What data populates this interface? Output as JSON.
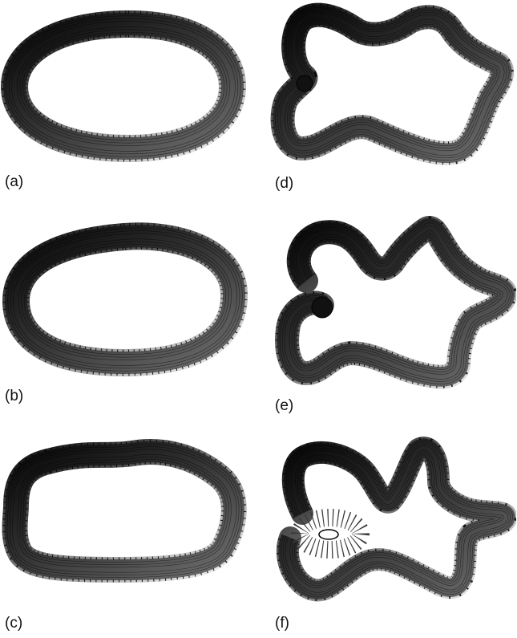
{
  "panels": [
    {
      "id": "a",
      "label": "(a)",
      "shape": "ellipse"
    },
    {
      "id": "b",
      "label": "(b)",
      "shape": "oval"
    },
    {
      "id": "c",
      "label": "(c)",
      "shape": "blob"
    },
    {
      "id": "d",
      "label": "(d)",
      "shape": "lobed-loop"
    },
    {
      "id": "e",
      "label": "(e)",
      "shape": "lobed-loop-with-knot"
    },
    {
      "id": "f",
      "label": "(f)",
      "shape": "star-loop-with-coil"
    }
  ],
  "colors": {
    "tube_dark": "#111111",
    "tube_light": "#f2f2f2",
    "mesh_line": "#000000",
    "label_text": "#111111",
    "background": "#ffffff"
  }
}
